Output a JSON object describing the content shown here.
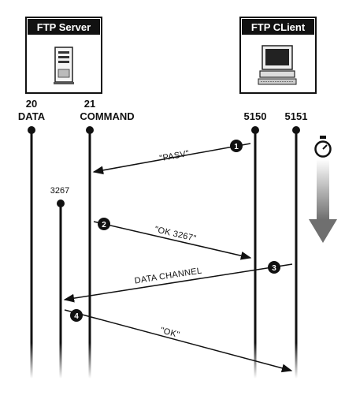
{
  "server": {
    "title": "FTP Server",
    "icon": "server-tower-icon"
  },
  "client": {
    "title": "FTP CLient",
    "icon": "desktop-computer-icon"
  },
  "ports": {
    "data_num": "20",
    "data_label": "DATA",
    "command_num": "21",
    "command_label": "COMMAND",
    "client_a": "5150",
    "client_b": "5151",
    "passive": "3267"
  },
  "messages": {
    "pasv": "\"PASV\"",
    "ok_port": "\"OK 3267\"",
    "data_channel": "DATA CHANNEL",
    "ok": "\"OK\""
  },
  "steps": [
    "1",
    "2",
    "3",
    "4"
  ],
  "timer": {
    "icon": "stopwatch-icon",
    "arrow": "time-arrow-down-icon"
  },
  "colors": {
    "line": "#111111",
    "header": "#111111",
    "arrow_gradient_top": "#ffffff",
    "arrow_gradient_bottom": "#6f6f6f"
  }
}
